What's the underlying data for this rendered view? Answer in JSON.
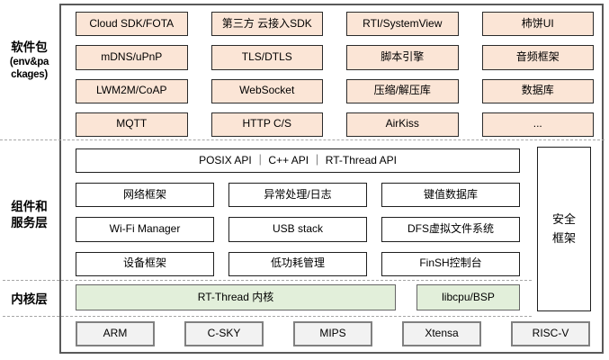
{
  "title": "RT-Thread architecture diagram",
  "colors": {
    "package_box_fill": "#FBE5D6",
    "kernel_box_fill": "#E2EFDA",
    "cpu_box_fill": "#F2F2F2",
    "frame_border": "#595959",
    "dashed_separator": "#A6A6A6"
  },
  "layers": {
    "packages": {
      "label_line1": "软件包",
      "label_line2": "(env&pa",
      "label_line3": "ckages)",
      "boxes": [
        [
          "Cloud SDK/FOTA",
          "第三方 云接入SDK",
          "RTI/SystemView",
          "柿饼UI"
        ],
        [
          "mDNS/uPnP",
          "TLS/DTLS",
          "脚本引擎",
          "音频框架"
        ],
        [
          "LWM2M/CoAP",
          "WebSocket",
          "压缩/解压库",
          "数据库"
        ],
        [
          "MQTT",
          "HTTP C/S",
          "AirKiss",
          "..."
        ]
      ]
    },
    "components": {
      "label_line1": "组件和",
      "label_line2": "服务层",
      "api_bar": "POSIX API ｜ C++ API ｜ RT-Thread API",
      "boxes": [
        [
          "网络框架",
          "异常处理/日志",
          "键值数据库"
        ],
        [
          "Wi-Fi Manager",
          "USB stack",
          "DFS虚拟文件系统"
        ],
        [
          "设备框架",
          "低功耗管理",
          "FinSH控制台"
        ]
      ],
      "security_line1": "安全",
      "security_line2": "框架"
    },
    "kernel": {
      "label": "内核层",
      "kernel_box": "RT-Thread  内核",
      "libcpu_box": "libcpu/BSP"
    },
    "cpu": {
      "items": [
        "ARM",
        "C-SKY",
        "MIPS",
        "Xtensa",
        "RISC-V"
      ]
    }
  }
}
